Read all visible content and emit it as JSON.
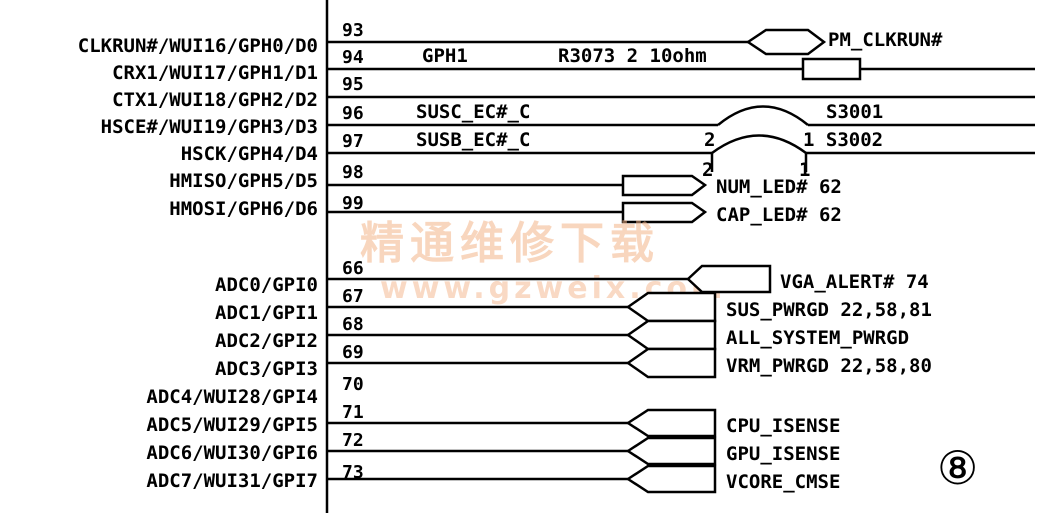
{
  "upper_pins": [
    {
      "pin": "CLKRUN#/WUI16/GPH0/D0",
      "num": "93"
    },
    {
      "pin": "CRX1/WUI17/GPH1/D1",
      "num": "94"
    },
    {
      "pin": "CTX1/WUI18/GPH2/D2",
      "num": "95"
    },
    {
      "pin": "HSCE#/WUI19/GPH3/D3",
      "num": "96"
    },
    {
      "pin": "HSCK/GPH4/D4",
      "num": "97"
    },
    {
      "pin": "HMISO/GPH5/D5",
      "num": "98"
    },
    {
      "pin": "HMOSI/GPH6/D6",
      "num": "99"
    }
  ],
  "lower_pins": [
    {
      "pin": "ADC0/GPI0",
      "num": "66"
    },
    {
      "pin": "ADC1/GPI1",
      "num": "67"
    },
    {
      "pin": "ADC2/GPI2",
      "num": "68"
    },
    {
      "pin": "ADC3/GPI3",
      "num": "69"
    },
    {
      "pin": "ADC4/WUI28/GPI4",
      "num": "70"
    },
    {
      "pin": "ADC5/WUI29/GPI5",
      "num": "71"
    },
    {
      "pin": "ADC6/WUI30/GPI6",
      "num": "72"
    },
    {
      "pin": "ADC7/WUI31/GPI7",
      "num": "73"
    }
  ],
  "nets": {
    "pm_clkrun": "PM_CLKRUN#",
    "gph1": "GPH1",
    "resistor": "R3073 2 10ohm",
    "susc": "SUSC_EC#_C",
    "susb": "SUSB_EC#_C",
    "s3001": "S3001",
    "s3002": "1 S3002",
    "s3002_pin2": "2",
    "jumper_pin2": "2",
    "jumper_pin1": "1",
    "num_led": "NUM_LED# 62",
    "cap_led": "CAP_LED# 62",
    "vga_alert": "VGA_ALERT# 74",
    "sus_pwrgd": "SUS_PWRGD 22,58,81",
    "all_system_pwrgd": "ALL_SYSTEM_PWRGD",
    "vrm_pwrgd": "VRM_PWRGD 22,58,80",
    "cpu_isense": "CPU_ISENSE",
    "gpu_isense": "GPU_ISENSE",
    "vcore_cmse": "VCORE_CMSE"
  },
  "watermark": {
    "title": "精通维修下载",
    "url": "www.gzweix.com"
  },
  "page_marker": "⑧"
}
